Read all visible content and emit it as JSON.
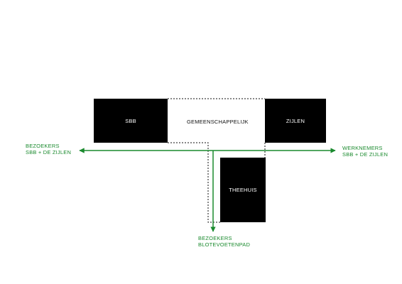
{
  "colors": {
    "block": "#000000",
    "block_text": "#ffffff",
    "route_green": "#1a8a2e",
    "dashed_outline": "#111111"
  },
  "blocks": {
    "sbb": "SBB",
    "zijlen": "ZIJLEN",
    "theehuis": "THEEHUIS"
  },
  "shared_zone": {
    "label": "GEMEENSCHAPPELIJK"
  },
  "routes": {
    "left": {
      "line1": "BEZOEKERS",
      "line2": "SBB + DE ZIJLEN"
    },
    "right": {
      "line1": "WERKNEMERS",
      "line2": "SBB + DE ZIJLEN"
    },
    "down": {
      "line1": "BEZOEKERS",
      "line2": "BLOTEVOETENPAD"
    }
  }
}
